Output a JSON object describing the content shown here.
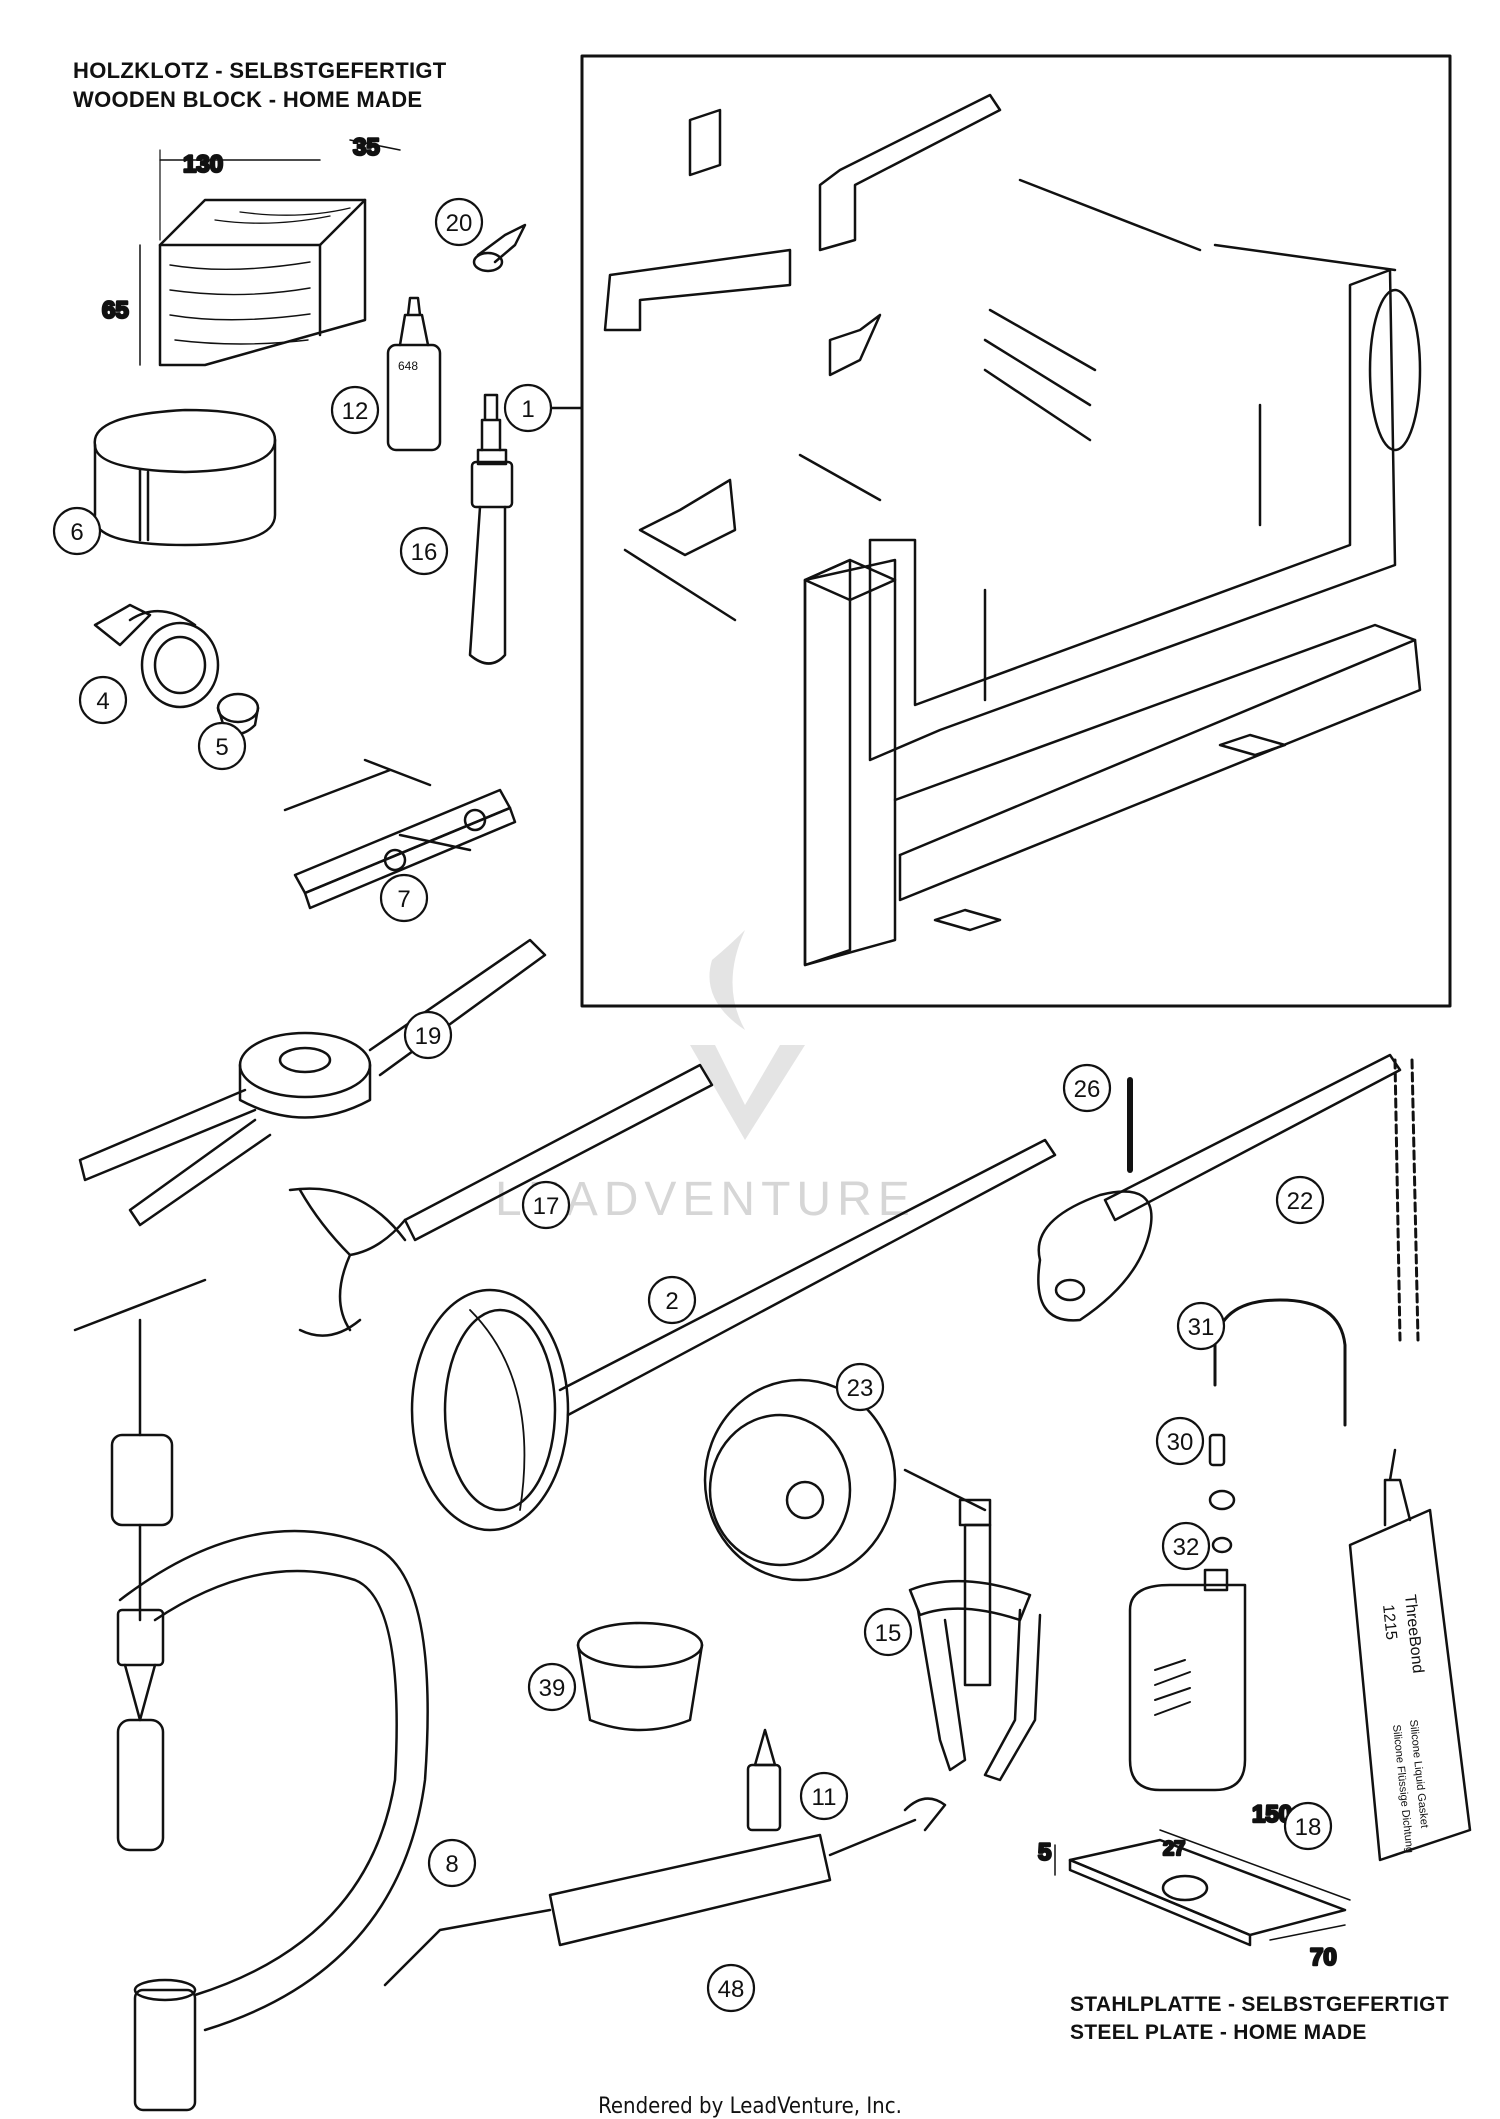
{
  "headers": {
    "wooden_block_de": "HOLZKLOTZ - SELBSTGEFERTIGT",
    "wooden_block_en": "WOODEN BLOCK - HOME MADE",
    "steel_plate_de": "STAHLPLATTE - SELBSTGEFERTIGT",
    "steel_plate_en": "STEEL PLATE - HOME MADE"
  },
  "dimensions": {
    "block_length": "130",
    "block_width": "35",
    "block_height": "65",
    "plate_thickness": "5",
    "plate_hole": "27",
    "plate_length": "150",
    "plate_width": "70"
  },
  "callouts": [
    "1",
    "2",
    "4",
    "5",
    "6",
    "7",
    "8",
    "11",
    "12",
    "15",
    "16",
    "17",
    "18",
    "19",
    "20",
    "22",
    "23",
    "26",
    "30",
    "31",
    "32",
    "39",
    "48"
  ],
  "product_labels": {
    "loctite_bottle": "648",
    "threebond_brand": "ThreeBond",
    "threebond_number": "1215",
    "threebond_desc_1": "Silicone Liquid Gasket",
    "threebond_desc_2": "Silicone Flüssige Dichtung"
  },
  "watermark": "LEADVENTURE",
  "footer": "Rendered by LeadVenture, Inc."
}
